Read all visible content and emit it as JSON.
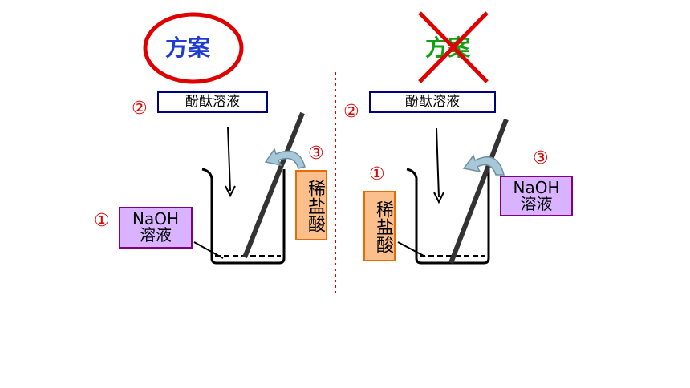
{
  "left_scheme": {
    "title": "方案",
    "indicator": {
      "num": "②",
      "label": "酚酞溶液"
    },
    "base": {
      "num": "①",
      "label_line1": "NaOH",
      "label_line2": "溶液"
    },
    "acid": {
      "num": "③",
      "label": "稀盐酸"
    }
  },
  "right_scheme": {
    "title": "方案",
    "indicator": {
      "num": "②",
      "label": "酚酞溶液"
    },
    "acid": {
      "num": "①",
      "label": "稀盐酸"
    },
    "base": {
      "num": "③",
      "label_line1": "NaOH",
      "label_line2": "溶液"
    }
  },
  "colors": {
    "title_left": "#1f3bd1",
    "title_right": "#12a012",
    "circle": "#e00000",
    "cross": "#e00000",
    "divider": "#e00000",
    "number": "#e00000"
  }
}
